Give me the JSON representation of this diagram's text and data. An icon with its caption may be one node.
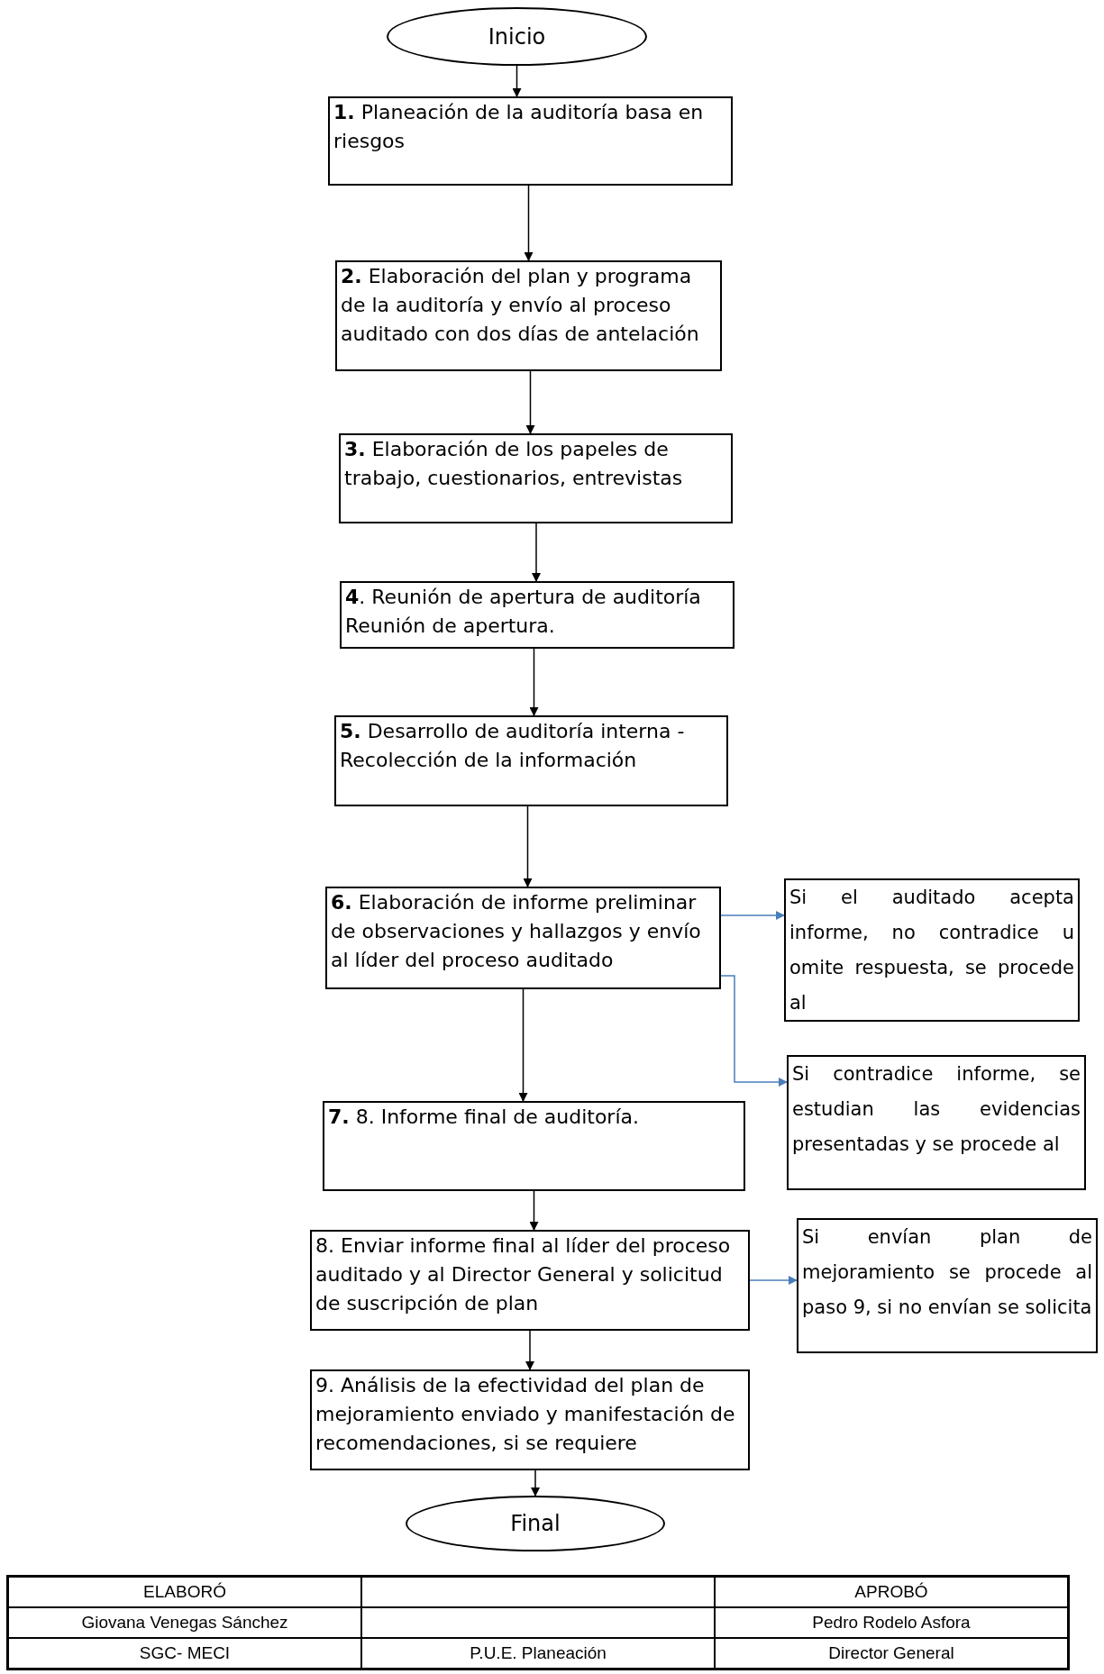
{
  "diagram": {
    "nodes": [
      {
        "text": [
          "Inicio"
        ]
      },
      {
        "text": [
          "**1.** Planeación de la auditoría basa en riesgos"
        ]
      },
      {
        "text": [
          "**2.** Elaboración del plan y programa de la auditoría y envío al proceso auditado con dos días de antelación"
        ]
      },
      {
        "text": [
          "**3.** Elaboración de los papeles de trabajo, cuestionarios, entrevistas"
        ]
      },
      {
        "text": [
          "**4**. Reunión de apertura de auditoría Reunión de apertura."
        ]
      },
      {
        "text": [
          "**5.** Desarrollo de auditoría interna - Recolección de la información"
        ]
      },
      {
        "text": [
          "**6.** Elaboración de informe preliminar de observaciones y hallazgos y envío al líder del proceso auditado"
        ]
      },
      {
        "text": [
          "Si el auditado acepta informe, no contradice u omite respuesta, se procede al"
        ]
      },
      {
        "text": [
          "Si contradice informe, se estudian las evidencias presentadas y se procede al"
        ]
      },
      {
        "text": [
          "**7.** 8. Informe final de auditoría."
        ]
      },
      {
        "text": [
          "8. Enviar informe final al líder del proceso auditado y al Director General y solicitud de suscripción de plan"
        ]
      },
      {
        "text": [
          "Si envían plan de mejoramiento se procede al paso 9, si no envían se solicita"
        ]
      },
      {
        "text": [
          "9. Análisis de la efectividad del plan de mejoramiento enviado y manifestación de recomendaciones, si se requiere"
        ]
      },
      {
        "text": [
          "Final"
        ]
      }
    ],
    "edges": [
      {
        "from": 0,
        "to": 1,
        "arrow": "to"
      },
      {
        "from": 1,
        "to": 2,
        "arrow": "to"
      },
      {
        "from": 2,
        "to": 3,
        "arrow": "to"
      },
      {
        "from": 3,
        "to": 4,
        "arrow": "to"
      },
      {
        "from": 4,
        "to": 5,
        "arrow": "to"
      },
      {
        "from": 5,
        "to": 6,
        "arrow": "to"
      },
      {
        "from": 6,
        "to": 7,
        "arrow": "to",
        "color": "#4a7ebb"
      },
      {
        "from": 6,
        "to": 8,
        "arrow": "to",
        "color": "#4a7ebb"
      },
      {
        "from": 6,
        "to": 9,
        "arrow": "to"
      },
      {
        "from": 9,
        "to": 10,
        "arrow": "to"
      },
      {
        "from": 10,
        "to": 11,
        "arrow": "to",
        "color": "#4a7ebb"
      },
      {
        "from": 10,
        "to": 12,
        "arrow": "to"
      },
      {
        "from": 12,
        "to": 13,
        "arrow": "to"
      }
    ],
    "labels": [
      "ELABORÓ",
      "APROBÓ",
      "Giovana Venegas Sánchez",
      "Pedro Rodelo Asfora",
      "SGC- MECI",
      "P.U.E. Planeación",
      "Director General"
    ]
  }
}
